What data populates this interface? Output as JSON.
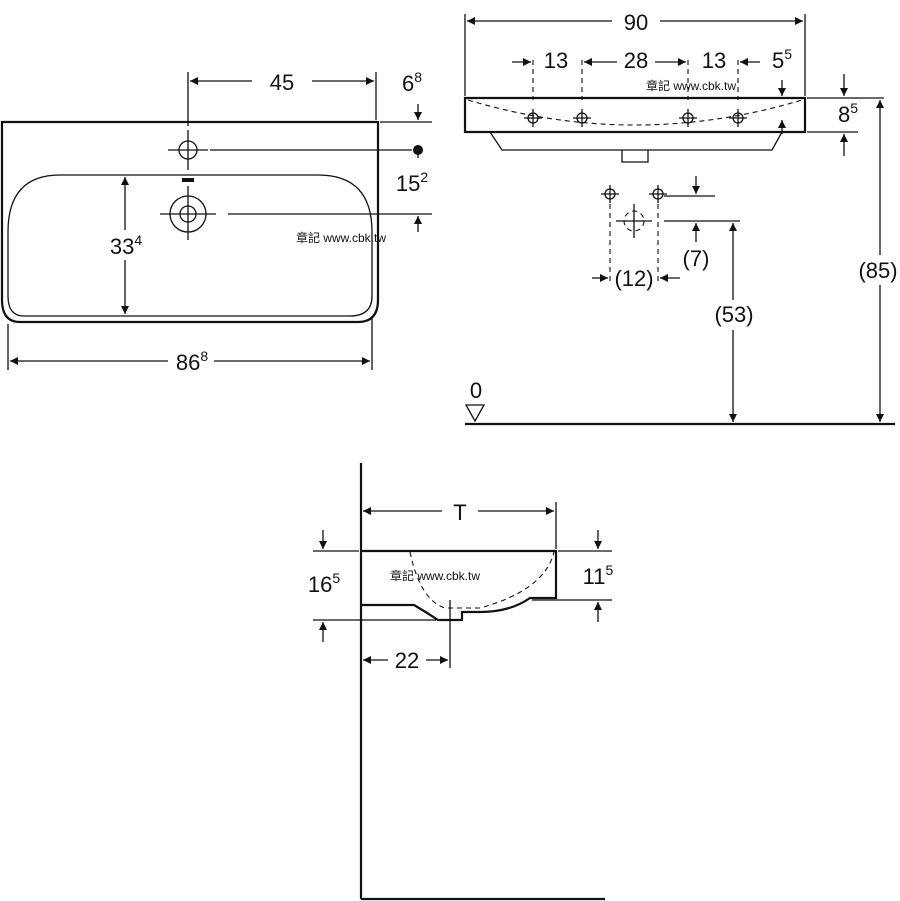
{
  "watermark": "章記 www.cbk.tw",
  "top_view": {
    "tap_to_back": "45",
    "tap_from_edge": {
      "base": "6",
      "sup": "8"
    },
    "tap_to_drain": {
      "base": "15",
      "sup": "2"
    },
    "bowl_depth": {
      "base": "33",
      "sup": "4"
    },
    "bowl_width": {
      "base": "86",
      "sup": "8"
    }
  },
  "front_view": {
    "overall_width": "90",
    "hole_outer_left": "13",
    "hole_middle": "28",
    "hole_outer_right": "13",
    "hole_from_edge": {
      "base": "5",
      "sup": "5"
    },
    "rim_height": {
      "base": "8",
      "sup": "5"
    },
    "trap_offset": "(12)",
    "trap_height": "(7)",
    "waste_height": "(53)",
    "rim_to_floor": "(85)",
    "floor_mark": "0"
  },
  "side_view": {
    "depth_label": "T",
    "total_height": {
      "base": "16",
      "sup": "5"
    },
    "bowl_height": {
      "base": "11",
      "sup": "5"
    },
    "waste_from_wall": "22"
  }
}
